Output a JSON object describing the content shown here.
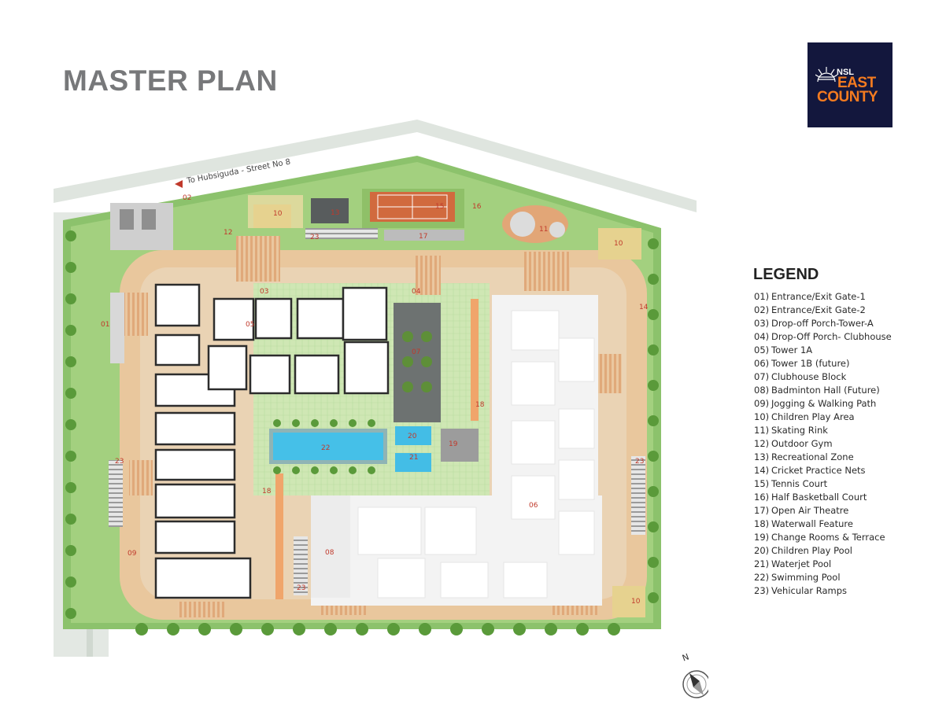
{
  "title": "MASTER PLAN",
  "logo": {
    "brand": "NSL",
    "name_line1": "EAST",
    "name_line2": "COUNTY",
    "bg_color": "#13173d",
    "accent_color": "#f47b20"
  },
  "map": {
    "road_label": "To Hubsiguda - Street No 8",
    "north_label": "N",
    "markers": {
      "m01": "01",
      "m02": "02",
      "m03": "03",
      "m04": "04",
      "m05": "05",
      "m06": "06",
      "m07": "07",
      "m08": "08",
      "m09": "09",
      "m10a": "10",
      "m10b": "10",
      "m10c": "10",
      "m11": "11",
      "m12": "12",
      "m13": "13",
      "m14": "14",
      "m15": "15",
      "m16": "16",
      "m17": "17",
      "m18a": "18",
      "m18b": "18",
      "m19": "19",
      "m20": "20",
      "m21": "21",
      "m22": "22",
      "m23a": "23",
      "m23b": "23",
      "m23c": "23",
      "m23d": "23"
    }
  },
  "legend": {
    "title": "LEGEND",
    "items": [
      {
        "num": "01)",
        "label": "Entrance/Exit Gate-1"
      },
      {
        "num": "02)",
        "label": "Entrance/Exit Gate-2"
      },
      {
        "num": "03)",
        "label": "Drop-off Porch-Tower-A"
      },
      {
        "num": "04)",
        "label": "Drop-Off Porch- Clubhouse"
      },
      {
        "num": "05)",
        "label": "Tower 1A"
      },
      {
        "num": "06)",
        "label": "Tower 1B (future)"
      },
      {
        "num": "07)",
        "label": "Clubhouse Block"
      },
      {
        "num": "08)",
        "label": "Badminton Hall (Future)"
      },
      {
        "num": "09)",
        "label": "Jogging & Walking Path"
      },
      {
        "num": "10)",
        "label": "Children Play Area"
      },
      {
        "num": "11)",
        "label": "Skating Rink"
      },
      {
        "num": "12)",
        "label": "Outdoor Gym"
      },
      {
        "num": "13)",
        "label": "Recreational Zone"
      },
      {
        "num": "14)",
        "label": "Cricket Practice Nets"
      },
      {
        "num": "15)",
        "label": "Tennis Court"
      },
      {
        "num": "16)",
        "label": "Half Basketball Court"
      },
      {
        "num": "17)",
        "label": "Open Air Theatre"
      },
      {
        "num": "18)",
        "label": "Waterwall Feature"
      },
      {
        "num": "19)",
        "label": "Change Rooms & Terrace"
      },
      {
        "num": "20)",
        "label": "Children Play Pool"
      },
      {
        "num": "21)",
        "label": "Waterjet Pool"
      },
      {
        "num": "22)",
        "label": "Swimming Pool"
      },
      {
        "num": "23)",
        "label": "Vehicular Ramps"
      }
    ]
  }
}
